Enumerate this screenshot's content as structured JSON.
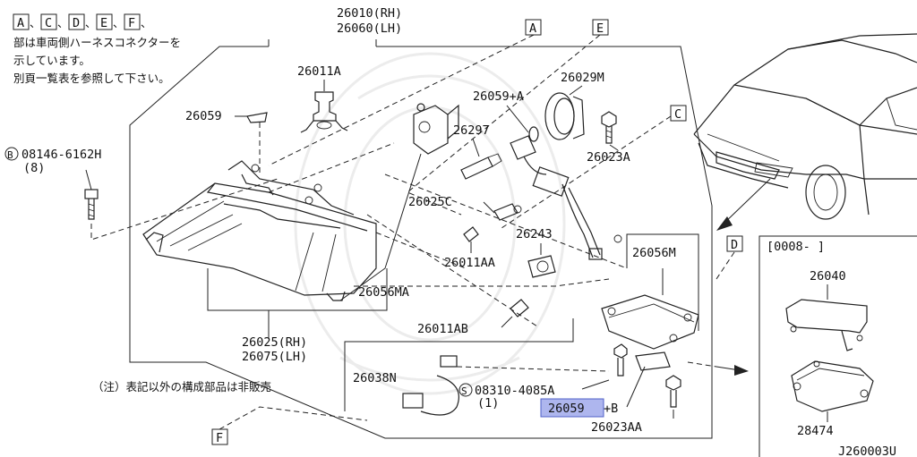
{
  "note_top": {
    "refs": [
      "A",
      "C",
      "D",
      "E",
      "F"
    ],
    "line1_sep": "、",
    "line2": "部は車両側ハーネスコネクターを",
    "line3": "示しています。",
    "line4": "別頁一覧表を参照して下さい。"
  },
  "note_bottom": "（注）表記以外の構成部品は非販売",
  "diagram_id": "J260003U",
  "inset": {
    "date_range": "[0008-        ]",
    "part_top": "26040",
    "part_bottom": "28474"
  },
  "labels": {
    "p26010": "26010(RH)",
    "p26060": "26060(LH)",
    "p26011A": "26011A",
    "p26029M": "26029M",
    "p26059pA": "26059+A",
    "p26059": "26059",
    "p26297": "26297",
    "p26023A": "26023A",
    "bolt08146": "08146-6162H",
    "bolt08146_qty": "(8)",
    "bolt08146_prefix": "B",
    "p26025C": "26025C",
    "p26243": "26243",
    "p26011AA": "26011AA",
    "p26056M": "26056M",
    "p26056MA": "26056MA",
    "p26011AB": "26011AB",
    "p26025": "26025(RH)",
    "p26075": "26075(LH)",
    "p26038N": "26038N",
    "screw08310": "08310-4085A",
    "screw08310_qty": "(1)",
    "screw08310_prefix": "S",
    "p26059hl": "26059",
    "p26059hl_suffix": "+B",
    "p26023AA": "26023AA"
  },
  "callouts": {
    "A": "A",
    "C": "C",
    "D": "D",
    "E": "E",
    "F": "F"
  },
  "colors": {
    "highlight": "#aeb6ee",
    "line": "#222222"
  }
}
